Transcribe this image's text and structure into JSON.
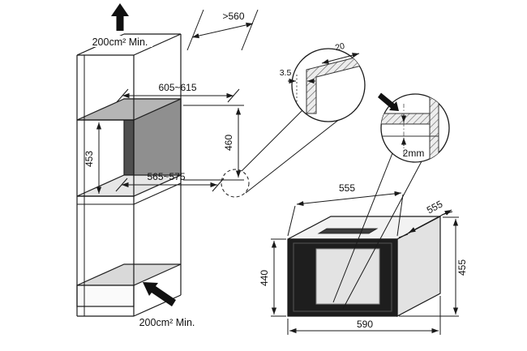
{
  "cabinet": {
    "vent_top": "200cm² Min.",
    "vent_bottom": "200cm² Min.",
    "min_depth": ">560",
    "opening_width_top": "605~615",
    "opening_height_front": "453",
    "opening_height_rear": "460",
    "opening_width_bottom": "565~575"
  },
  "detail_corner": {
    "gap": "3.5",
    "flange_depth": "20"
  },
  "detail_edge": {
    "protrusion": "2mm"
  },
  "appliance": {
    "width_top": "555",
    "depth": "555",
    "height_front": "440",
    "height_overall": "455",
    "width_bottom": "590"
  }
}
